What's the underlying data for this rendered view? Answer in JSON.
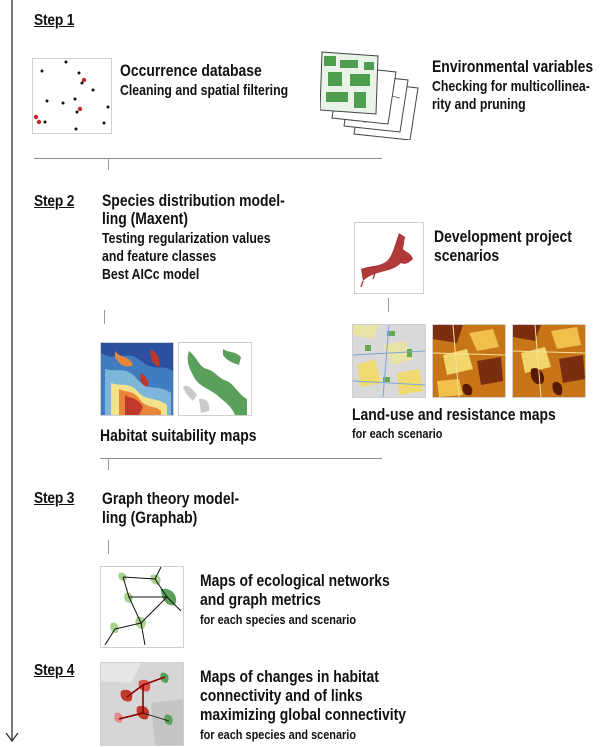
{
  "steps": {
    "step1": "Step 1",
    "step2": "Step 2",
    "step3": "Step 3",
    "step4": "Step 4"
  },
  "occurrence": {
    "title": "Occurrence database",
    "subtitle": "Cleaning and spatial filtering"
  },
  "environmental": {
    "title": "Environmental variables",
    "line1": "Checking for multicollinea-",
    "line2": "rity and pruning"
  },
  "sdm": {
    "title1": "Species distribution model-",
    "title2": "ling (Maxent)",
    "line1": "Testing regularization values",
    "line2": "and feature classes",
    "line3": "Best AICc model"
  },
  "development": {
    "title1": "Development project",
    "title2": "scenarios"
  },
  "habitat": {
    "title": "Habitat suitability maps"
  },
  "landuse": {
    "title": "Land-use and resistance maps",
    "subtitle": "for each scenario"
  },
  "graph": {
    "title1": "Graph theory model-",
    "title2": "ling (Graphab)"
  },
  "networks": {
    "title1": "Maps of ecological networks",
    "title2": "and graph metrics",
    "subtitle": "for each species and scenario"
  },
  "changes": {
    "title1": "Maps of changes in habitat",
    "title2": "connectivity and of links",
    "title3": "maximizing global connectivity",
    "subtitle": "for each species and scenario"
  },
  "colors": {
    "axis": "#333333",
    "separator": "#8c8c8c",
    "habitat_green": "#5aa05a",
    "suitability_high": "#c0392b",
    "suitability_low": "#2c4fa0",
    "resistance": "#c8751a",
    "development": "#b03a3a"
  }
}
